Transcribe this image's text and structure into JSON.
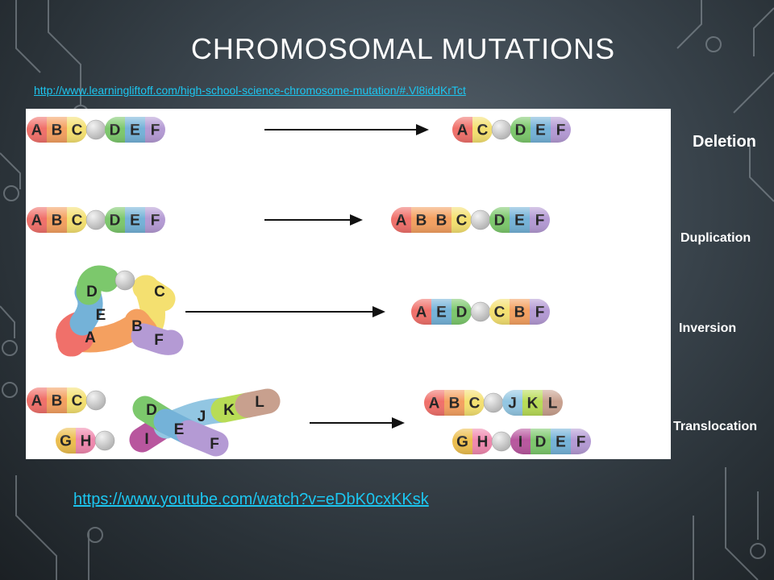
{
  "slide": {
    "title": "CHROMOSOMAL MUTATIONS",
    "link_top": "http://www.learningliftoff.com/high-school-science-chromosome-mutation/#.Vl8iddKrTct",
    "link_bottom": "https://www.youtube.com/watch?v=eDbK0cxKKsk"
  },
  "labels": {
    "deletion": "Deletion",
    "duplication": "Duplication",
    "inversion": "Inversion",
    "translocation": "Translocation"
  },
  "genes": {
    "A": {
      "label": "A",
      "color": "#f0706a"
    },
    "B": {
      "label": "B",
      "color": "#f4a060"
    },
    "C": {
      "label": "C",
      "color": "#f4e070"
    },
    "D": {
      "label": "D",
      "color": "#7cc86c"
    },
    "E": {
      "label": "E",
      "color": "#74b2d8"
    },
    "F": {
      "label": "F",
      "color": "#b49ad4"
    },
    "G": {
      "label": "G",
      "color": "#ecbe4e"
    },
    "H": {
      "label": "H",
      "color": "#f088ae"
    },
    "I": {
      "label": "I",
      "color": "#b8569e"
    },
    "J": {
      "label": "J",
      "color": "#92c6e2"
    },
    "K": {
      "label": "K",
      "color": "#b8dc56"
    },
    "L": {
      "label": "L",
      "color": "#c8a08e"
    }
  },
  "colors": {
    "centromere": "#b4b4b4",
    "arrow": "#111111",
    "link": "#1cc6f0"
  }
}
